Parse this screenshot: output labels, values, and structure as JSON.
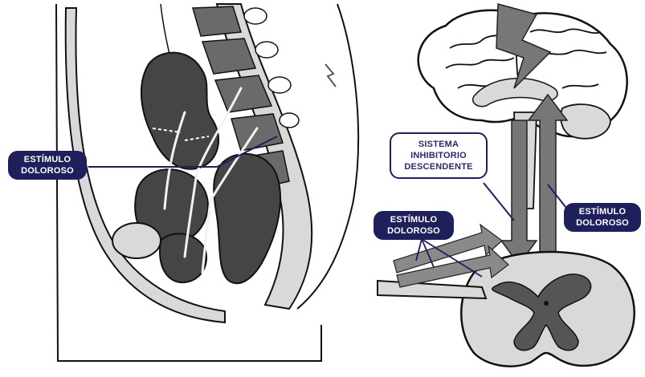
{
  "colors": {
    "label_fill": "#1f1f5c",
    "label_text_dark": "#ffffff",
    "label_text_light": "#2a2a6a",
    "arrow_gray": "#777777",
    "organ_dark": "#454545",
    "tissue_light": "#d9d9d9"
  },
  "labels": {
    "pelvis_stimulus": {
      "line1": "ESTÍMULO",
      "line2": "DOLOROSO"
    },
    "descending_system": {
      "line1": "SISTEMA",
      "line2": "INHIBITORIO",
      "line3": "DESCENDENTE"
    },
    "afferent_stimulus_left": {
      "line1": "ESTÍMULO",
      "line2": "DOLOROSO"
    },
    "ascending_stimulus_right": {
      "line1": "ESTÍMULO",
      "line2": "DOLOROSO"
    }
  }
}
